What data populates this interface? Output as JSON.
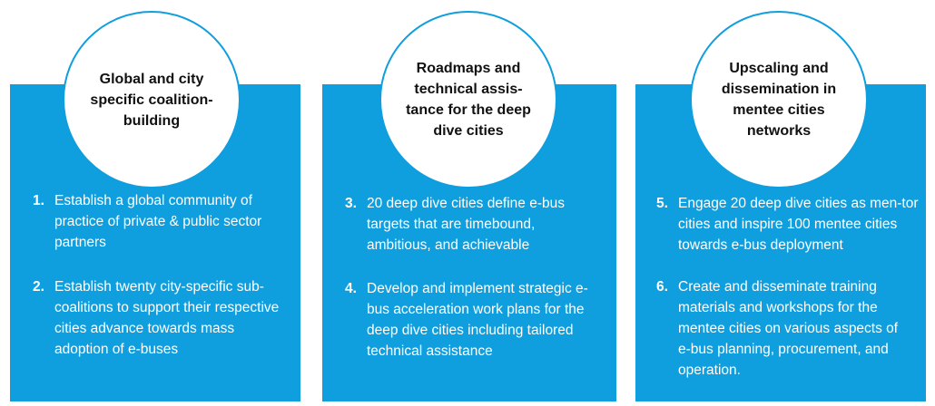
{
  "columns": [
    {
      "heading": "Global and city specific coalition-building",
      "items": [
        {
          "num": "1.",
          "text": "Establish a global community of practice of private & public sector partners"
        },
        {
          "num": "2.",
          "text": "Establish twenty city-specific sub-coalitions to support their respective cities advance towards mass adoption of e-buses"
        }
      ]
    },
    {
      "heading": "Roadmaps and technical assis-tance for the deep dive cities",
      "items": [
        {
          "num": "3.",
          "text": "20 deep dive cities define e-bus targets that are timebound, ambitious, and achievable"
        },
        {
          "num": "4.",
          "text": "Develop and implement strategic e-bus acceleration work plans for the deep dive cities including tailored technical assistance"
        }
      ]
    },
    {
      "heading": "Upscaling and dissemination in mentee cities networks",
      "items": [
        {
          "num": "5.",
          "text": "Engage 20 deep dive cities as men-tor cities and inspire 100 mentee cities towards e-bus deployment"
        },
        {
          "num": "6.",
          "text": "Create and disseminate training materials and workshops for the mentee cities on various aspects of e-bus planning, procurement, and operation."
        }
      ]
    }
  ],
  "colors": {
    "panel": "#0f9ede",
    "circle": "#ffffff",
    "text": "#ffffff"
  }
}
